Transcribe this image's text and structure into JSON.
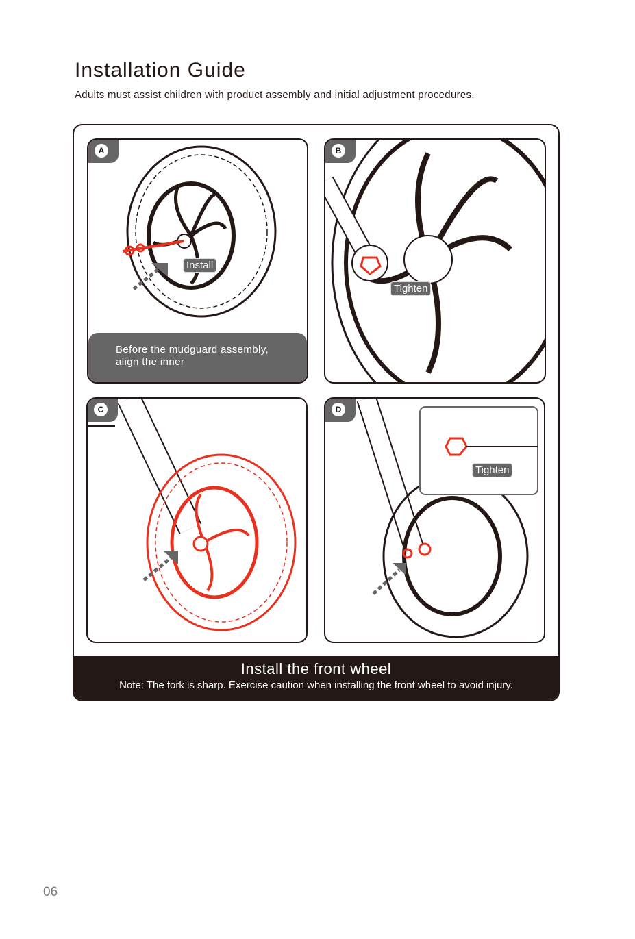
{
  "header": {
    "title": "Installation Guide",
    "subtitle": "Adults must assist children with product assembly and initial adjustment procedures."
  },
  "panels": [
    {
      "label": "A",
      "tag": "Install",
      "caption_line1": "Before the mudguard assembly,",
      "caption_line2": "align the inner"
    },
    {
      "label": "B",
      "tag": "Tighten"
    },
    {
      "label": "C"
    },
    {
      "label": "D",
      "tag": "Tighten"
    }
  ],
  "footer": {
    "heading": "Install the front wheel",
    "note": "Note: The fork is sharp. Exercise caution when installing the front wheel to avoid injury."
  },
  "page_number": "06",
  "colors": {
    "accent": "#e8311e",
    "dark": "#231815",
    "gray": "#666666"
  }
}
